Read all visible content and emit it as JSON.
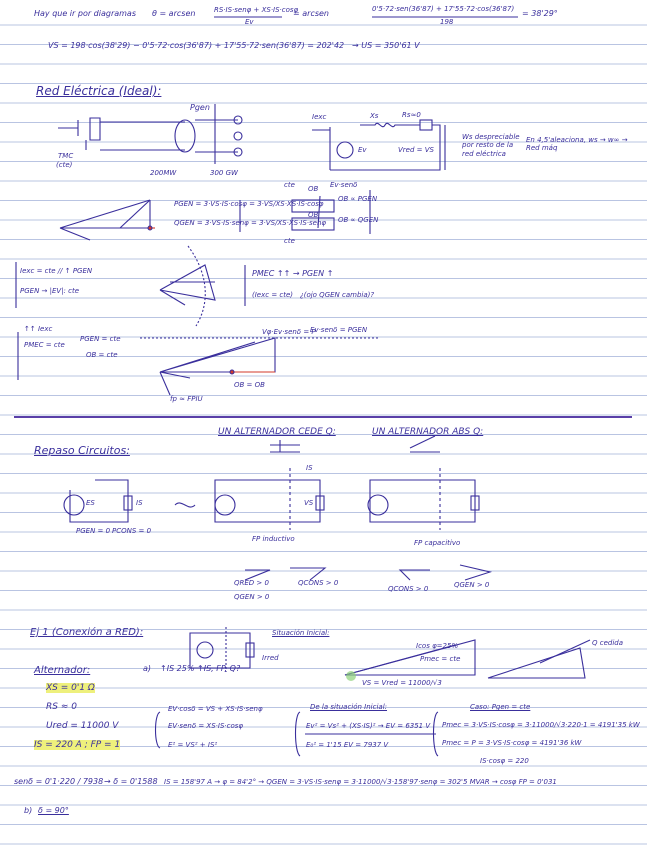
{
  "top": {
    "l1_left": "Hay que ir por diagramas",
    "l1_theta": "θ = arcsen",
    "l1_frac1_num": "RS·IS·senφ + XS·IS·cosφ",
    "l1_frac1_den": "Ev",
    "l1_mid": "= arcsen",
    "l1_frac2_num": "0'5·72·sen(36'87) + 17'55·72·cos(36'87)",
    "l1_frac2_den": "198",
    "l1_result": "= 38'29°",
    "l2": "VS = 198·cos(38'29) − 0'5·72·cos(36'87) + 17'55·72·sen(36'87) = 202'42",
    "l2_end": "→ US = 350'61 V"
  },
  "red": {
    "title": "Red Eléctrica (Ideal):",
    "pgen": "Pgen",
    "rating1": "200MW",
    "rating2": "300 GW",
    "tmc": "TMC",
    "cte": "(cte)",
    "iexc": "Iexc",
    "xs": "Xs",
    "rs": "Rs≈0",
    "ev": "Ev",
    "vred": "Vred = VS",
    "note1": "Ws despreciable por resto de la red eléctrica",
    "note2": "En 4,5'aleaciona, ws → w∞ → Red máq",
    "eq_p": "PGEN = 3·VS·IS·cosφ = 3·VS/XS·XS·IS·cosφ",
    "eq_q": "QGEN = 3·VS·IS·senφ = 3·VS/XS·XS·IS·senφ",
    "ev_sen": "Ev·senδ",
    "ob_p": "OB ∝ PGEN",
    "ob_q": "OB ∝ QGEN",
    "ob": "OB",
    "ob2": "OB",
    "cte2": "cte",
    "cte3": "cte",
    "iexc_ctrl": "Iexc = cte // ↑ PGEN",
    "pgen_line": "PGEN → |EV|: cte",
    "pmec": "PMEC ↑↑ → PGEN ↑",
    "iexc_cte": "(Iexc = cte)",
    "qgen_change": "¿(ojo QGEN cambia)?",
    "iexc_up": "↑↑ Iexc",
    "pmec_cte": "PMEC = cte",
    "pgen_cte": "PGEN = cte",
    "ob_cte": "OB = cte",
    "ev_sen_cte": "Ev·senδ = PGEN",
    "v_fp": "Vφ·Ev·senδ = P",
    "fp_label": "fp ≈ FPIU",
    "ob_ob": "OB = OB"
  },
  "bottom": {
    "alt_cede": "UN ALTERNADOR CEDE Q:",
    "alt_abs": "UN ALTERNADOR ABS Q:",
    "repaso": "Repaso Circuitos:",
    "pgen0": "PGEN = 0",
    "pcons0": "PCONS = 0",
    "es": "ES",
    "is": "IS",
    "vs": "VS",
    "fp_ind": "FP inductivo",
    "fp_cap": "FP capacitivo",
    "q_red_pos": "QRED > 0",
    "q_gen_pos": "QGEN > 0",
    "q_cons_pos": "QCONS > 0",
    "q_cons_pos2": "QCONS > 0",
    "q_gen_pos2": "QGEN > 0"
  },
  "ej1": {
    "title": "Ej 1 (Conexión a RED):",
    "sit": "Situación Inicial:",
    "alternador": "Alternador:",
    "q_a": "a)",
    "q_a_text": "↑IS 25% ↑IS, FP, Q?",
    "xs": "XS = 0'1 Ω",
    "rs": "RS ≈ 0",
    "ured": "Ured = 11000 V",
    "is_fp": "IS = 220 A ; FP = 1",
    "eq1": "EV·cosδ = VS + XS·IS·senφ",
    "eq2": "EV·senδ = XS·IS·cosφ",
    "eq3": "E² = VS² + IS²",
    "sit_ini": "De la situación Inicial:",
    "ev_calc": "Ev² = Vs² + (XS·IS)² → EV = 6351 V",
    "ev_calc2": "E₀² = 1'15 EV = 7937 V",
    "caso": "Caso: Pgen = cte",
    "pmec": "Pmec = 3·VS·IS·cosφ = 3·11000/√3·220·1 = 4191'35 kW",
    "pmec2": "Pmec = P = 3·VS·IS·cosφ = 4191'36 kW",
    "iscos": "IS·cosφ = 220",
    "vred_lbl": "VS = Vred = 11000/√3",
    "q_cede": "Q cedida",
    "sen_delta": "senδ = 0'1·220 / 7938",
    "delta": "→ δ = 0'1588",
    "is_calc": "IS = 158'97 A → φ = 84'2° → QGEN = 3·VS·IS·senφ = 3·11000/√3·158'97·senφ = 302'5 MVAR → cosφ FP = 0'031",
    "b": "b)",
    "b_text": "δ = 90°",
    "ired_label": "Irred",
    "i_hint": "Icos φ=25%",
    "pmec_cte": "Pmec = cte"
  }
}
